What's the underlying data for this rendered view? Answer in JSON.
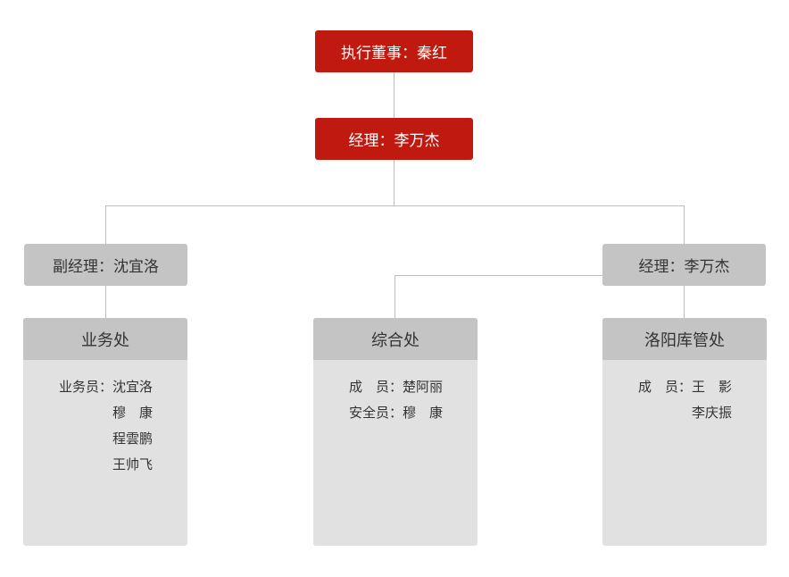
{
  "exec": {
    "label": "执行董事：秦红"
  },
  "manager": {
    "label": "经理：李万杰"
  },
  "left_deputy": {
    "label": "副经理：沈宜洛"
  },
  "right_manager": {
    "label": "经理：李万杰"
  },
  "departments": [
    {
      "title": "业务处",
      "members": [
        {
          "role": "业务员：",
          "name": "沈宜洛"
        },
        {
          "role": "",
          "name": "穆　康"
        },
        {
          "role": "",
          "name": "程雲鹏"
        },
        {
          "role": "",
          "name": "王帅飞"
        }
      ]
    },
    {
      "title": "综合处",
      "members": [
        {
          "role": "成　员：",
          "name": "楚阿丽"
        },
        {
          "role": "安全员：",
          "name": "穆　康"
        }
      ]
    },
    {
      "title": "洛阳库管处",
      "members": [
        {
          "role": "成　员：",
          "name": "王　影"
        },
        {
          "role": "",
          "name": "李庆振"
        }
      ]
    }
  ],
  "colors": {
    "top_box": "#c0190f",
    "mid_box": "#c4c4c4",
    "panel": "#e1e1e1",
    "connector": "#bdbdbd"
  }
}
